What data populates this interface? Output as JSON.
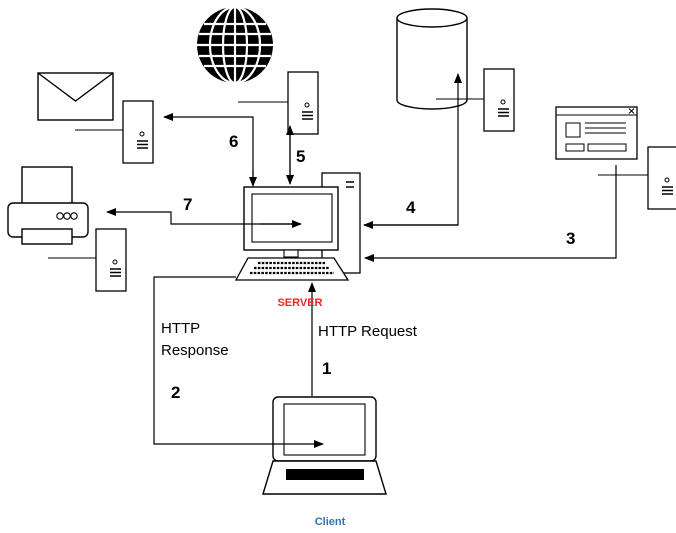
{
  "labels": {
    "server": "SERVER",
    "client": "Client",
    "http_request": "HTTP Request",
    "http_response_line1": "HTTP",
    "http_response_line2": "Response"
  },
  "step_numbers": {
    "s1": "1",
    "s2": "2",
    "s3": "3",
    "s4": "4",
    "s5": "5",
    "s6": "6",
    "s7": "7"
  },
  "colors": {
    "server_label": "#e8262a",
    "client_label": "#2e74b5",
    "line": "#000000"
  },
  "icons": [
    "globe-icon",
    "database-icon",
    "envelope-icon",
    "printer-icon",
    "browser-window-icon",
    "server-tower-icon",
    "desktop-monitor-icon",
    "keyboard-icon",
    "laptop-icon"
  ]
}
